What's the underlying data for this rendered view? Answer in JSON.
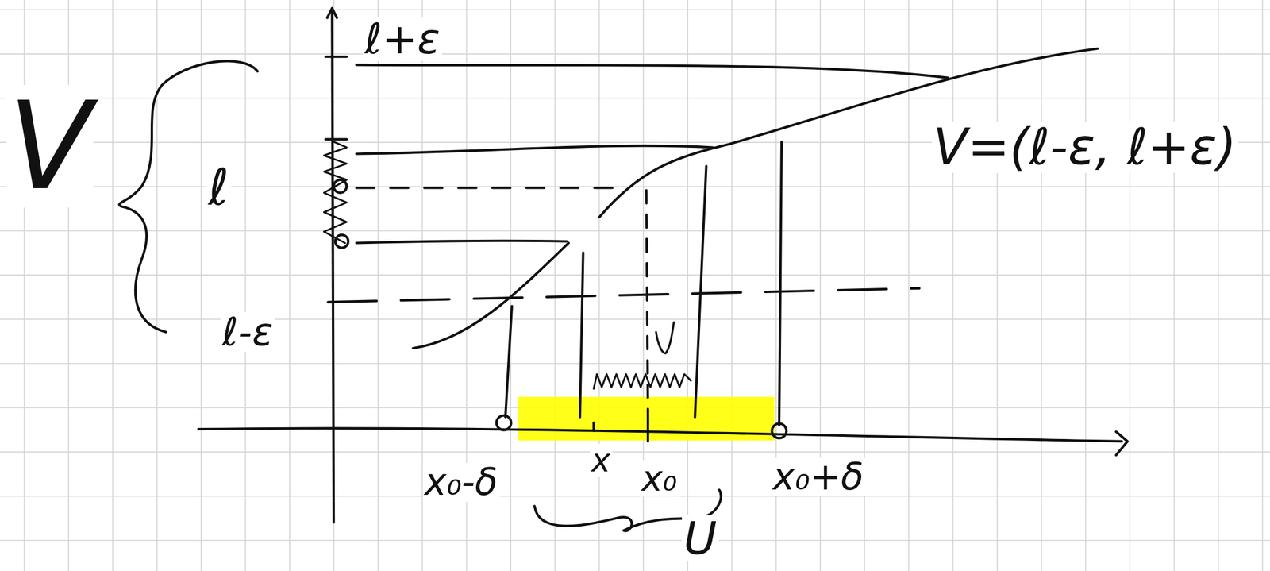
{
  "diagram": {
    "labels": [
      "ℓ+ε",
      "V",
      "ℓ",
      "V=(ℓ-ε, ℓ+ε)",
      "ℓ-ε",
      "x₀-δ",
      "x",
      "x₀",
      "x₀+δ",
      "U"
    ]
  }
}
